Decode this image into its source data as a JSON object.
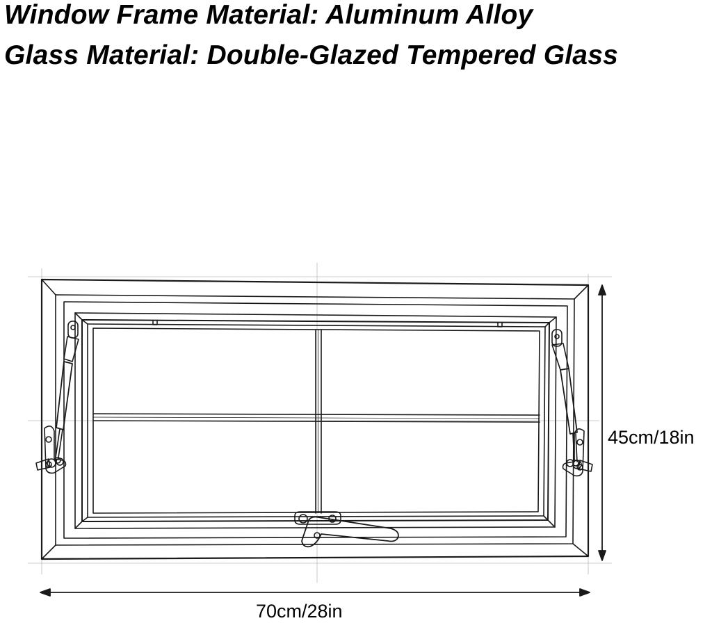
{
  "specs": {
    "frame_material": "Window Frame Material: Aluminum Alloy",
    "glass_material": "Glass Material: Double-Glazed Tempered Glass"
  },
  "dimensions": {
    "height": "45cm/18in",
    "width": "70cm/28in"
  },
  "colors": {
    "line": "#1a1a1a",
    "background": "#ffffff"
  },
  "icons": [
    "gas-strut-icon",
    "hinge-bracket-icon",
    "latch-handle-icon",
    "arrow-icon"
  ]
}
